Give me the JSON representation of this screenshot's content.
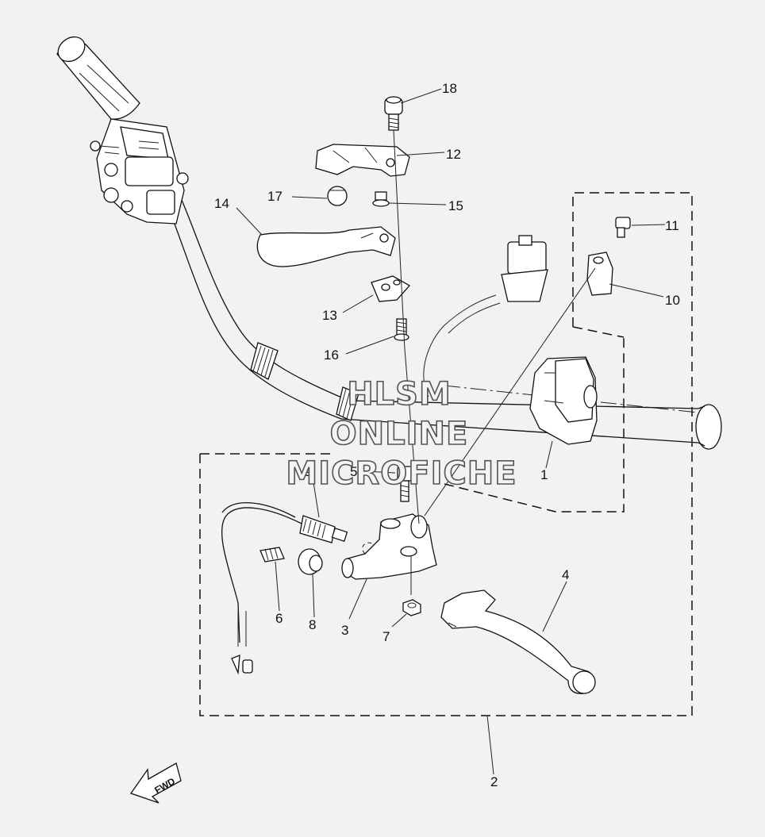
{
  "watermark": {
    "line1": "HLSM",
    "line2": "ONLINE",
    "line3": "MICROFICHE"
  },
  "direction_marker": {
    "text": "FWD",
    "icon": "fwd-arrow-icon"
  },
  "callouts": [
    {
      "id": "c1",
      "label": "1"
    },
    {
      "id": "c2",
      "label": "2"
    },
    {
      "id": "c3",
      "label": "3"
    },
    {
      "id": "c4",
      "label": "4"
    },
    {
      "id": "c5",
      "label": "5"
    },
    {
      "id": "c6",
      "label": "6"
    },
    {
      "id": "c7",
      "label": "7"
    },
    {
      "id": "c8",
      "label": "8"
    },
    {
      "id": "c9",
      "label": "9"
    },
    {
      "id": "c10",
      "label": "10"
    },
    {
      "id": "c11",
      "label": "11"
    },
    {
      "id": "c12",
      "label": "12"
    },
    {
      "id": "c13",
      "label": "13"
    },
    {
      "id": "c14",
      "label": "14"
    },
    {
      "id": "c15",
      "label": "15"
    },
    {
      "id": "c16",
      "label": "16"
    },
    {
      "id": "c17",
      "label": "17"
    },
    {
      "id": "c18",
      "label": "18"
    }
  ],
  "colors": {
    "background": "#f2f2f2",
    "ink": "#111111",
    "part_fill": "#ffffff"
  }
}
